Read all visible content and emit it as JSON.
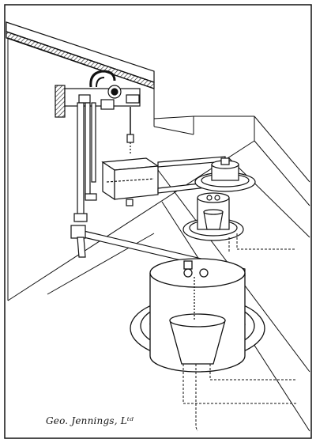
{
  "signature": "Geo. Jennings, Lᵗᵈ",
  "colors": {
    "ink": "#111111",
    "paper": "#ffffff",
    "shade": "#bdbdbd"
  },
  "components": {
    "wall_cistern": "wall-mounted cistern with valves",
    "tank": "open feed tank",
    "small_closet": "small hopper closet",
    "medium_closet": "medium hopper closet",
    "large_closet": "large hopper closet"
  }
}
